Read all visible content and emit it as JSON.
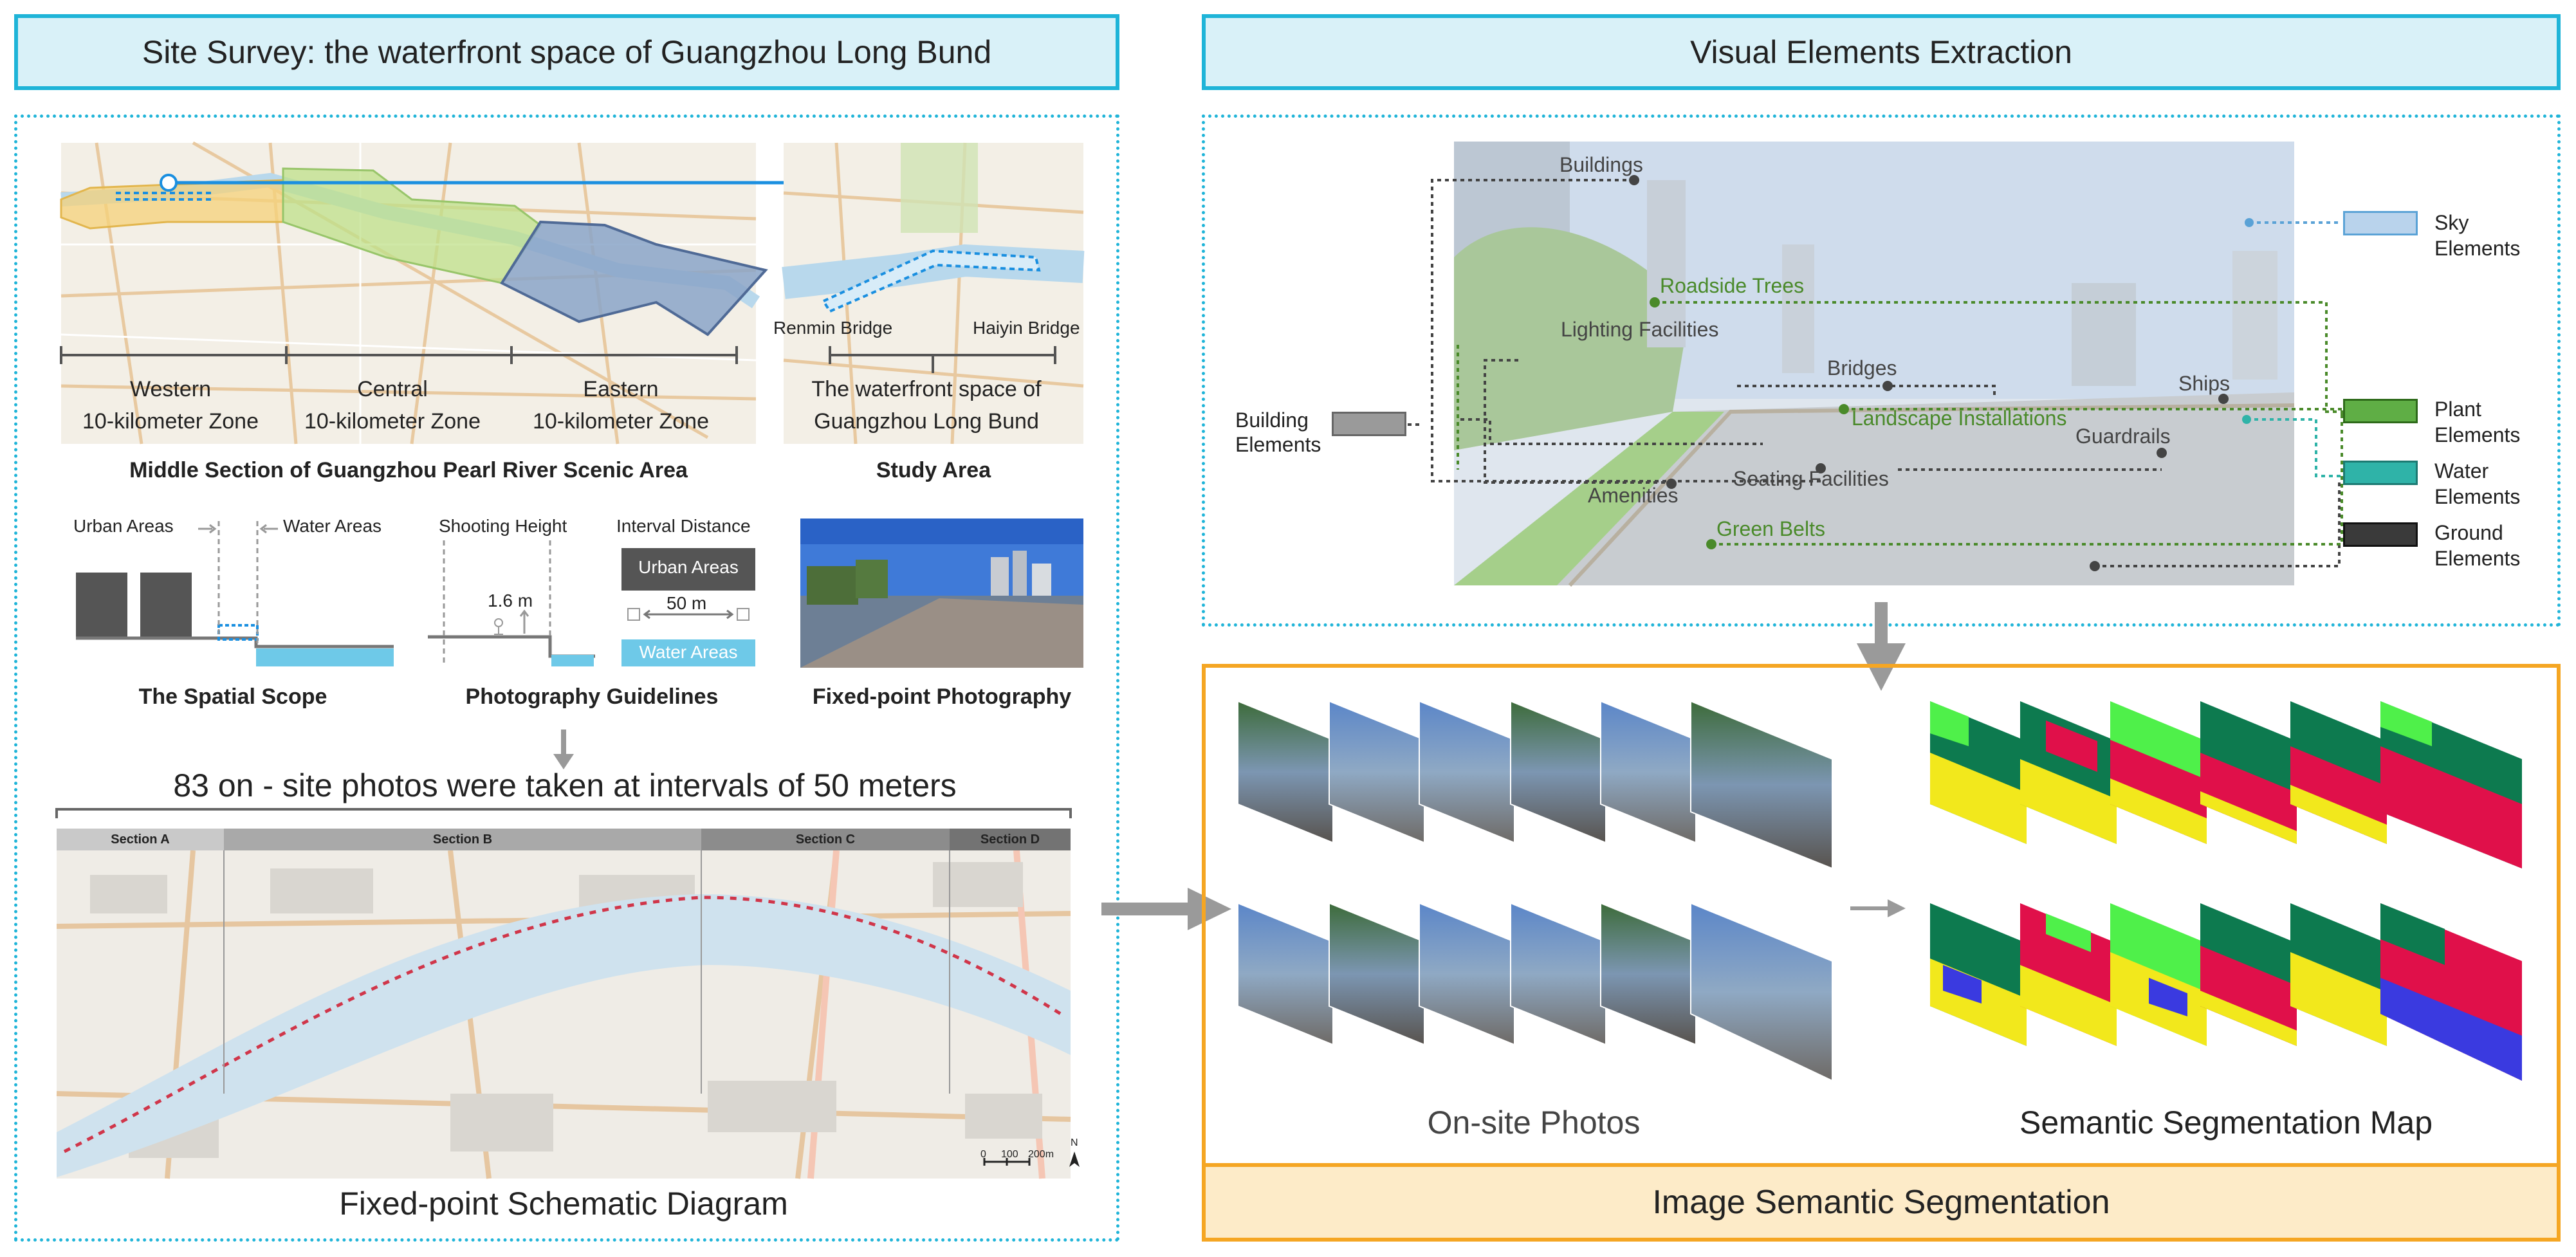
{
  "left_header": "Site Survey: the waterfront space of Guangzhou Long Bund",
  "right_header": "Visual Elements Extraction",
  "seg_header": "Image Semantic Segmentation",
  "map_zones": [
    {
      "line1": "Western",
      "line2": "10-kilometer Zone"
    },
    {
      "line1": "Central",
      "line2": "10-kilometer Zone"
    },
    {
      "line1": "Eastern",
      "line2": "10-kilometer Zone"
    }
  ],
  "bridges": {
    "left": "Renmin Bridge",
    "right": "Haiyin Bridge"
  },
  "study_label": {
    "line1": "The waterfront space of",
    "line2": "Guangzhou Long Bund"
  },
  "captions": {
    "middle_section": "Middle Section of Guangzhou Pearl River Scenic Area",
    "study_area": "Study Area",
    "spatial_scope": "The Spatial Scope",
    "photo_guidelines": "Photography Guidelines",
    "fixed_point_photo": "Fixed-point Photography",
    "schematic": "Fixed-point Schematic Diagram",
    "onsite_photos": "On-site Photos",
    "seg_map": "Semantic Segmentation Map"
  },
  "spatial": {
    "urban": "Urban Areas",
    "water": "Water Areas"
  },
  "guidelines": {
    "shooting_height": "Shooting Height",
    "height_value": "1.6 m",
    "interval_distance": "Interval Distance",
    "urban": "Urban Areas",
    "interval_value": "50 m",
    "water": "Water Areas"
  },
  "photos_statement": "83 on - site photos were taken at intervals of 50 meters",
  "sections": [
    "Section A",
    "Section B",
    "Section C",
    "Section D"
  ],
  "scale": {
    "zero": "0",
    "mid": "100",
    "end": "200m",
    "north": "N"
  },
  "scene_labels": {
    "buildings": "Buildings",
    "roadside_trees": "Roadside Trees",
    "lighting": "Lighting Facilities",
    "bridges": "Bridges",
    "ships": "Ships",
    "landscape": "Landscape Installations",
    "guardrails": "Guardrails",
    "seating": "Seating Facilities",
    "amenities": "Amenities",
    "green_belts": "Green Belts"
  },
  "legend": [
    {
      "line1": "Sky",
      "line2": "Elements",
      "color": "#b9d3ec"
    },
    {
      "line1": "Plant",
      "line2": "Elements",
      "color": "#5fae45"
    },
    {
      "line1": "Water",
      "line2": "Elements",
      "color": "#2fb3a8"
    },
    {
      "line1": "Ground",
      "line2": "Elements",
      "color": "#3a3a3a"
    }
  ],
  "building_legend": {
    "line1": "Building",
    "line2": "Elements",
    "color": "#9a9a9a"
  },
  "colors": {
    "cyan": "#1fb4d8",
    "orange": "#f5a623",
    "green": "#4a8a2a",
    "blue": "#1a8fe0"
  }
}
